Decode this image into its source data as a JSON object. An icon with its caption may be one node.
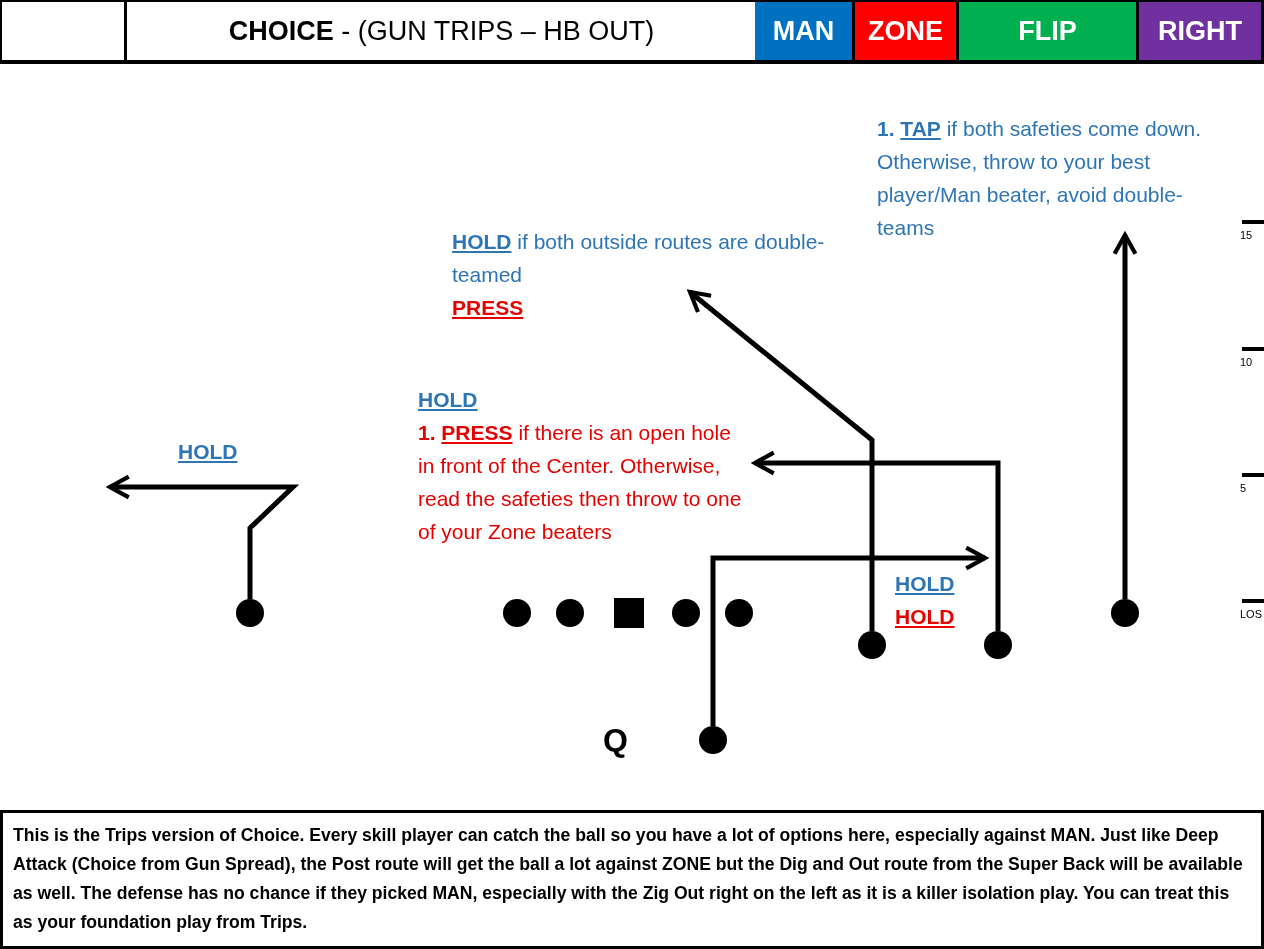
{
  "diagram": {
    "title": "**CHOICE** - (GUN TRIPS – HB OUT)",
    "caption": "This is the Trips version of Choice. Every skill player can catch the ball so you have a lot of options here, especially against MAN. Just like Deep Attack (Choice from Gun Spread), the Post route will get the ball a lot against ZONE but the Dig and Out route from the Super Back will be available as well. The defense has no chance if they picked MAN, especially with the Zig Out right on the left as it is a killer isolation play. You can treat this as your foundation play from Trips.",
    "nodes": [
      {
        "text": [],
        "shape": "circle"
      },
      {
        "text": [],
        "shape": "circle"
      },
      {
        "text": [],
        "shape": "circle"
      },
      {
        "text": [],
        "shape": "box"
      },
      {
        "text": [],
        "shape": "circle"
      },
      {
        "text": [],
        "shape": "circle",
        "beside": [
          "Q"
        ]
      },
      {
        "text": [],
        "shape": "circle"
      },
      {
        "text": [],
        "shape": "circle"
      },
      {
        "text": [],
        "shape": "circle"
      },
      {
        "text": [],
        "shape": "circle"
      },
      {
        "text": [
          "**1.** **TAP** if both safeties come down. Otherwise, throw to your best player/Man beater, avoid double-teams"
        ]
      },
      {
        "text": [
          "**HOLD** if both outside routes are double-teamed",
          "PRESS"
        ]
      },
      {
        "text": [
          "HOLD",
          "**1.** **PRESS** if there is an open hole in front of the Center. Otherwise, read the safeties then throw to one of your Zone beaters"
        ]
      },
      {
        "text": [
          "HOLD"
        ]
      },
      {
        "text": [
          "HOLD",
          "HOLD"
        ]
      }
    ],
    "edges": [
      {
        "from": 0,
        "to": 13,
        "arrow": "to"
      },
      {
        "from": 5,
        "to": 14,
        "arrow": "to"
      },
      {
        "from": 7,
        "to": 11,
        "arrow": "to"
      },
      {
        "from": 8,
        "to": 12,
        "arrow": "to"
      },
      {
        "from": 9,
        "to": 10,
        "arrow": "to"
      }
    ],
    "labels": [
      "MAN",
      "ZONE",
      "FLIP",
      "RIGHT",
      "15",
      "10",
      "5",
      "LOS"
    ]
  }
}
